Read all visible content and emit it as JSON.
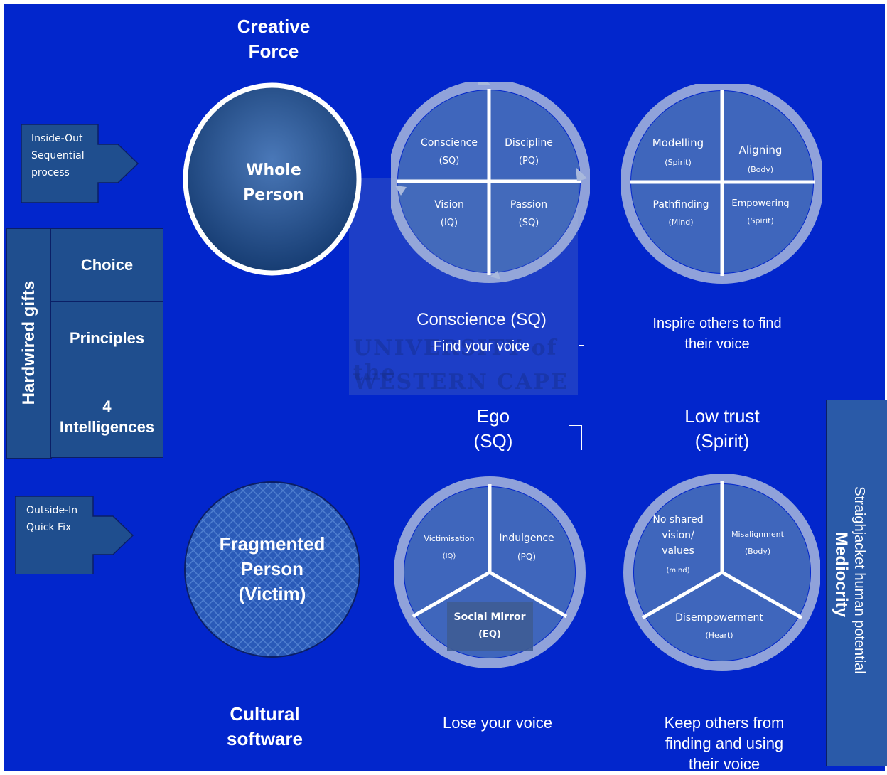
{
  "creative_force": "Creative\nForce",
  "cultural_software": "Cultural\nsoftware",
  "inside_out": "Inside-Out\nSequential\nprocess",
  "outside_in": "Outside-In\nQuick Fix",
  "hardwired_gifts": {
    "title": "Hardwired gifts",
    "items": [
      "Choice",
      "Principles",
      "4\nIntelligences"
    ]
  },
  "whole_person": "Whole\nPerson",
  "fragmented_person": "Fragmented\nPerson\n(Victim)",
  "top_wheel_1": {
    "q1": {
      "name": "Conscience",
      "sub": "(SQ)"
    },
    "q2": {
      "name": "Discipline",
      "sub": "(PQ)"
    },
    "q3": {
      "name": "Vision",
      "sub": "(IQ)"
    },
    "q4": {
      "name": "Passion",
      "sub": "(SQ)"
    }
  },
  "top_wheel_2": {
    "q1": {
      "name": "Modelling",
      "sub": "(Spirit)"
    },
    "q2": {
      "name": "Aligning",
      "sub": "(Body)"
    },
    "q3": {
      "name": "Pathfinding",
      "sub": "(Mind)"
    },
    "q4": {
      "name": "Empowering",
      "sub": "(Spirit)"
    }
  },
  "bottom_wheel_1": {
    "s1": {
      "name": "Victimisation",
      "sub": "(IQ)"
    },
    "s2": {
      "name": "Indulgence",
      "sub": "(PQ)"
    },
    "s3": {
      "name": "Social Mirror",
      "sub": "(EQ)"
    }
  },
  "bottom_wheel_2": {
    "s1": {
      "name": "No shared\nvision/\nvalues",
      "sub": "(mind)"
    },
    "s2": {
      "name": "Misalignment",
      "sub": "(Body)"
    },
    "s3": {
      "name": "Disempowerment",
      "sub": "(Heart)"
    }
  },
  "conscience_caption": "Conscience (SQ)",
  "find_your_voice": "Find your voice",
  "inspire_caption": "Inspire others to find\ntheir voice",
  "ego_caption": "Ego\n(SQ)",
  "low_trust_caption": "Low trust\n(Spirit)",
  "lose_voice": "Lose your voice",
  "keep_others": "Keep others from\nfinding and using\ntheir voice",
  "mediocrity": {
    "title": "Mediocrity",
    "sub": "Straighjacket human potential"
  },
  "watermark": {
    "line1": "UNIVERSITY of the",
    "line2": "WESTERN CAPE"
  },
  "colors": {
    "background": "#0226cc",
    "box": "#1f4e8e",
    "wheel": "#4a72b8",
    "ring": "#a9b9dc"
  }
}
